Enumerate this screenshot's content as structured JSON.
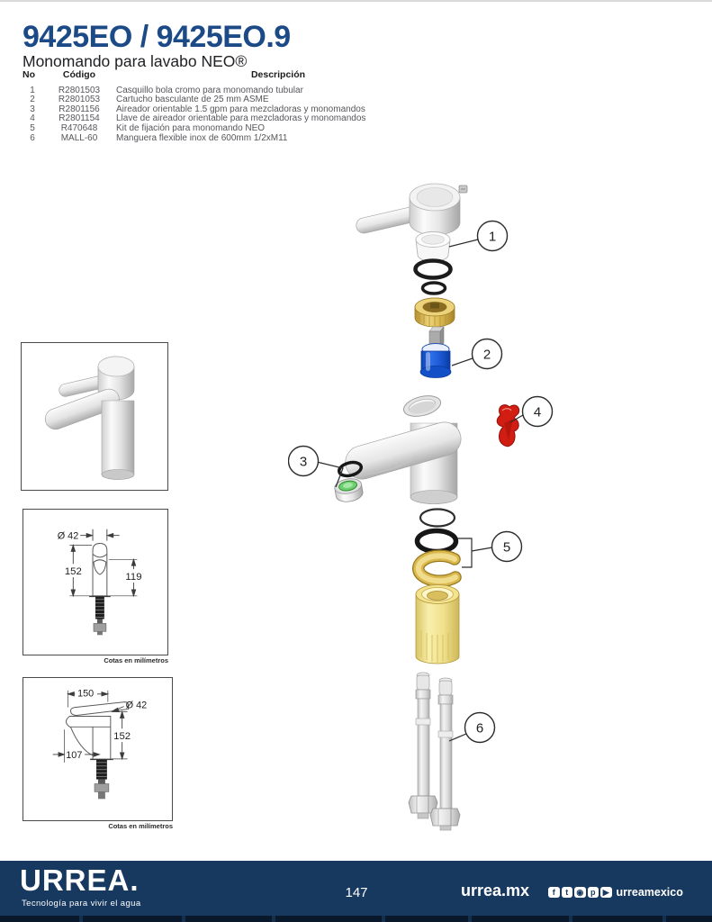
{
  "header": {
    "title": "9425EO / 9425EO.9",
    "subtitle": "Monomando para lavabo NEO®"
  },
  "parts_table": {
    "col_no": "No",
    "col_codigo": "Código",
    "col_descripcion": "Descripción",
    "rows": [
      {
        "no": "1",
        "codigo": "R2801503",
        "descripcion": "Casquillo bola cromo para monomando tubular"
      },
      {
        "no": "2",
        "codigo": "R2801053",
        "descripcion": "Cartucho basculante de 25 mm ASME"
      },
      {
        "no": "3",
        "codigo": "R2801156",
        "descripcion": "Aireador orientable 1.5 gpm para mezcladoras y monomandos"
      },
      {
        "no": "4",
        "codigo": "R2801154",
        "descripcion": "Llave de aireador orientable para mezcladoras y monomandos"
      },
      {
        "no": "5",
        "codigo": "R470648",
        "descripcion": "Kit de fijación para monomando NEO"
      },
      {
        "no": "6",
        "codigo": "MALL-60",
        "descripcion": "Manguera flexible inox de 600mm 1/2xM11"
      }
    ]
  },
  "diagram": {
    "callout_1": "1",
    "callout_2": "2",
    "callout_3": "3",
    "callout_4": "4",
    "callout_5": "5",
    "callout_6": "6"
  },
  "dimensions_front": {
    "diameter": "Ø 42",
    "height": "152",
    "spout_height": "119",
    "caption": "Cotas en milímetros"
  },
  "dimensions_side": {
    "reach": "150",
    "diameter": "Ø 42",
    "height": "152",
    "spout_reach": "107",
    "caption": "Cotas en milímetros"
  },
  "footer": {
    "brand": "URREA.",
    "tagline": "Tecnología para vivir el agua",
    "page_number": "147",
    "website": "urrea.mx",
    "handle": "urreamexico",
    "icons": {
      "facebook": "f",
      "twitter": "t",
      "instagram": "◉",
      "pinterest": "p",
      "youtube": "▶"
    }
  },
  "colors": {
    "accent_blue": "#1b4a87",
    "footer_navy": "#17395f",
    "cartridge_blue": "#1a55d0",
    "brass": "#d9b94e",
    "red_key": "#d11d12",
    "aerator_green": "#6ed06e"
  }
}
